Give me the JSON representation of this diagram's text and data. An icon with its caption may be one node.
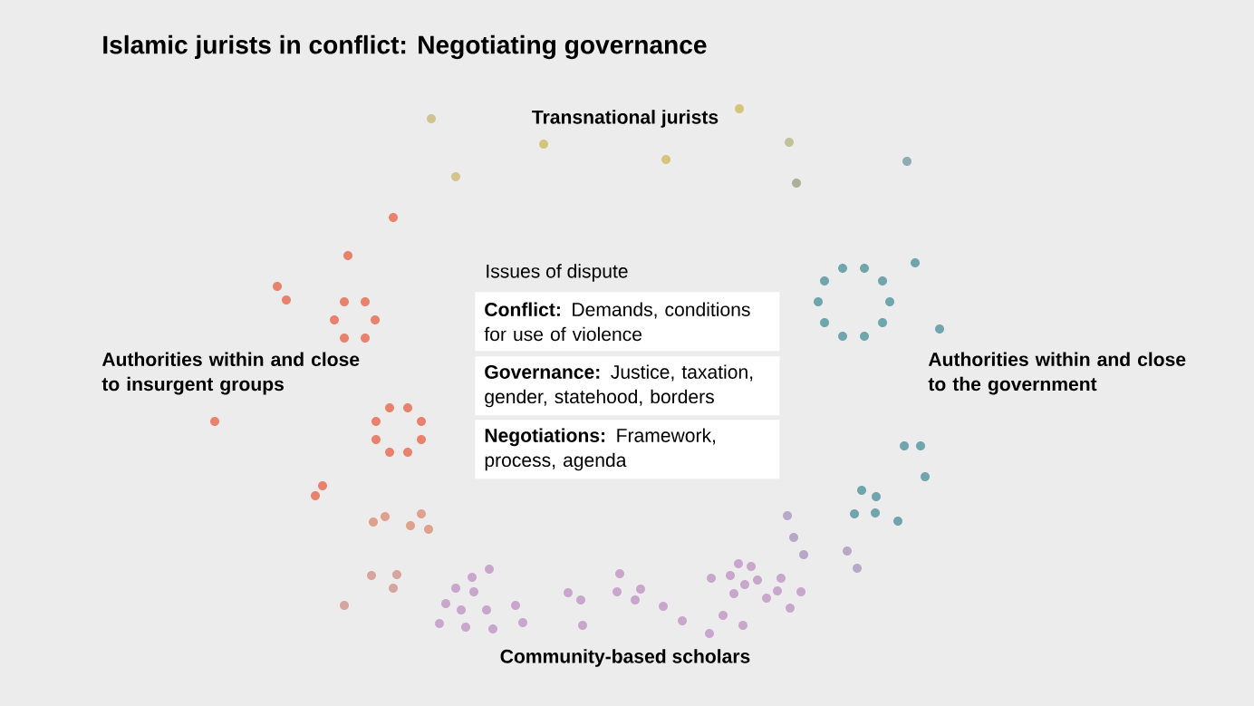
{
  "diagram": {
    "title": "Islamic jurists in conflict: Negotiating governance",
    "nodes": [
      {
        "text": [
          "**Conflict:** Demands, conditions for use of violence"
        ]
      },
      {
        "text": [
          "**Governance:** Justice, taxation, gender, statehood, borders"
        ]
      },
      {
        "text": [
          "**Negotiations:** Framework, process, agenda"
        ]
      }
    ],
    "labels": [
      "Transnational jurists",
      "Issues of dispute",
      "Authorities within and close to insurgent groups",
      "Authorities within and close to the government",
      "Community-based scholars"
    ]
  }
}
